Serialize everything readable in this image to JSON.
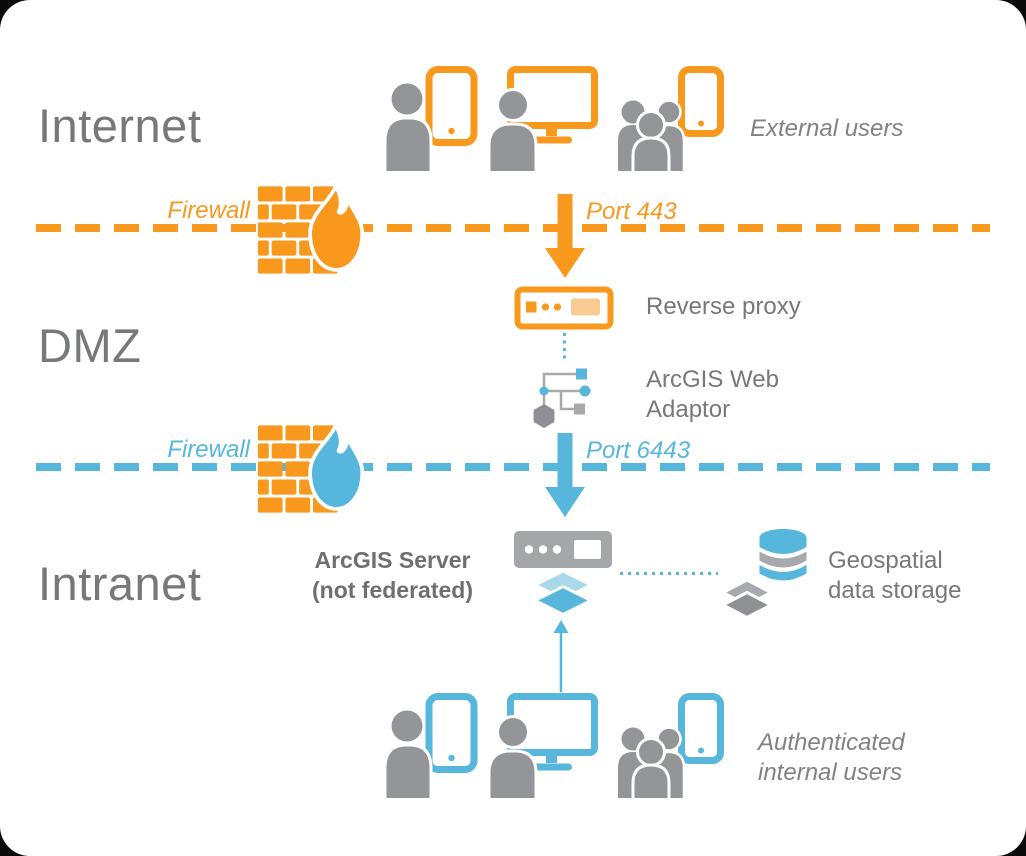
{
  "colors": {
    "orange": "#F8981D",
    "blue": "#56B6DC",
    "gray": "#939598",
    "light_blue": "#A8D8E9",
    "text_gray": "#77787B",
    "dark_text": "#6E6F72"
  },
  "zones": {
    "internet": "Internet",
    "dmz": "DMZ",
    "intranet": "Intranet"
  },
  "internet_zone": {
    "users_label": "External users"
  },
  "firewall_top": {
    "label": "Firewall",
    "port": "Port 443"
  },
  "dmz_zone": {
    "reverse_proxy": "Reverse proxy",
    "web_adaptor": "ArcGIS Web Adaptor"
  },
  "firewall_bottom": {
    "label": "Firewall",
    "port": "Port 6443"
  },
  "intranet_zone": {
    "server_name": "ArcGIS Server",
    "server_note": "(not federated)",
    "storage_label": "Geospatial data storage",
    "users_label": "Authenticated internal users"
  }
}
